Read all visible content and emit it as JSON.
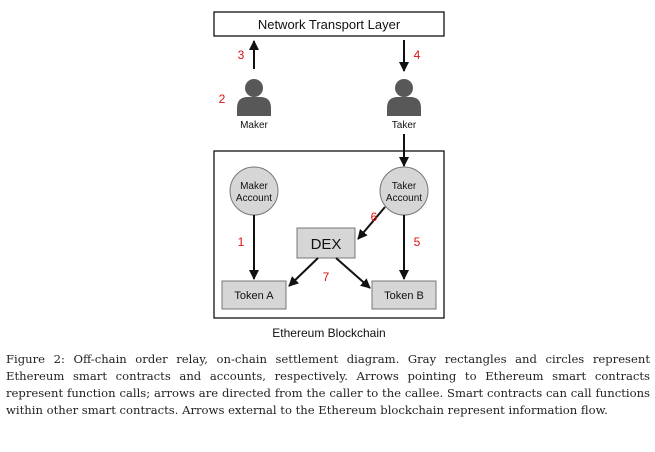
{
  "network_layer": {
    "label": "Network Transport Layer"
  },
  "maker": {
    "label": "Maker"
  },
  "taker": {
    "label": "Taker"
  },
  "blockchain": {
    "label": "Ethereum Blockchain"
  },
  "maker_account": {
    "line1": "Maker",
    "line2": "Account"
  },
  "taker_account": {
    "line1": "Taker",
    "line2": "Account"
  },
  "dex": {
    "label": "DEX"
  },
  "token_a": {
    "label": "Token A"
  },
  "token_b": {
    "label": "Token B"
  },
  "step_labels": {
    "s1": "1",
    "s2": "2",
    "s3": "3",
    "s4": "4",
    "s5": "5",
    "s6": "6",
    "s7": "7"
  },
  "colors": {
    "shape_fill": "#d6d6d6",
    "person": "#585858",
    "step_numbers": "#dd1111"
  },
  "caption": "Figure 2: Off-chain order relay, on-chain settlement diagram. Gray rectangles and circles represent Ethereum smart contracts and accounts, respectively. Arrows pointing to Ethereum smart contracts represent function calls; arrows are directed from the caller to the callee. Smart contracts can call functions within other smart contracts. Arrows external to the Ethereum blockchain represent information flow."
}
